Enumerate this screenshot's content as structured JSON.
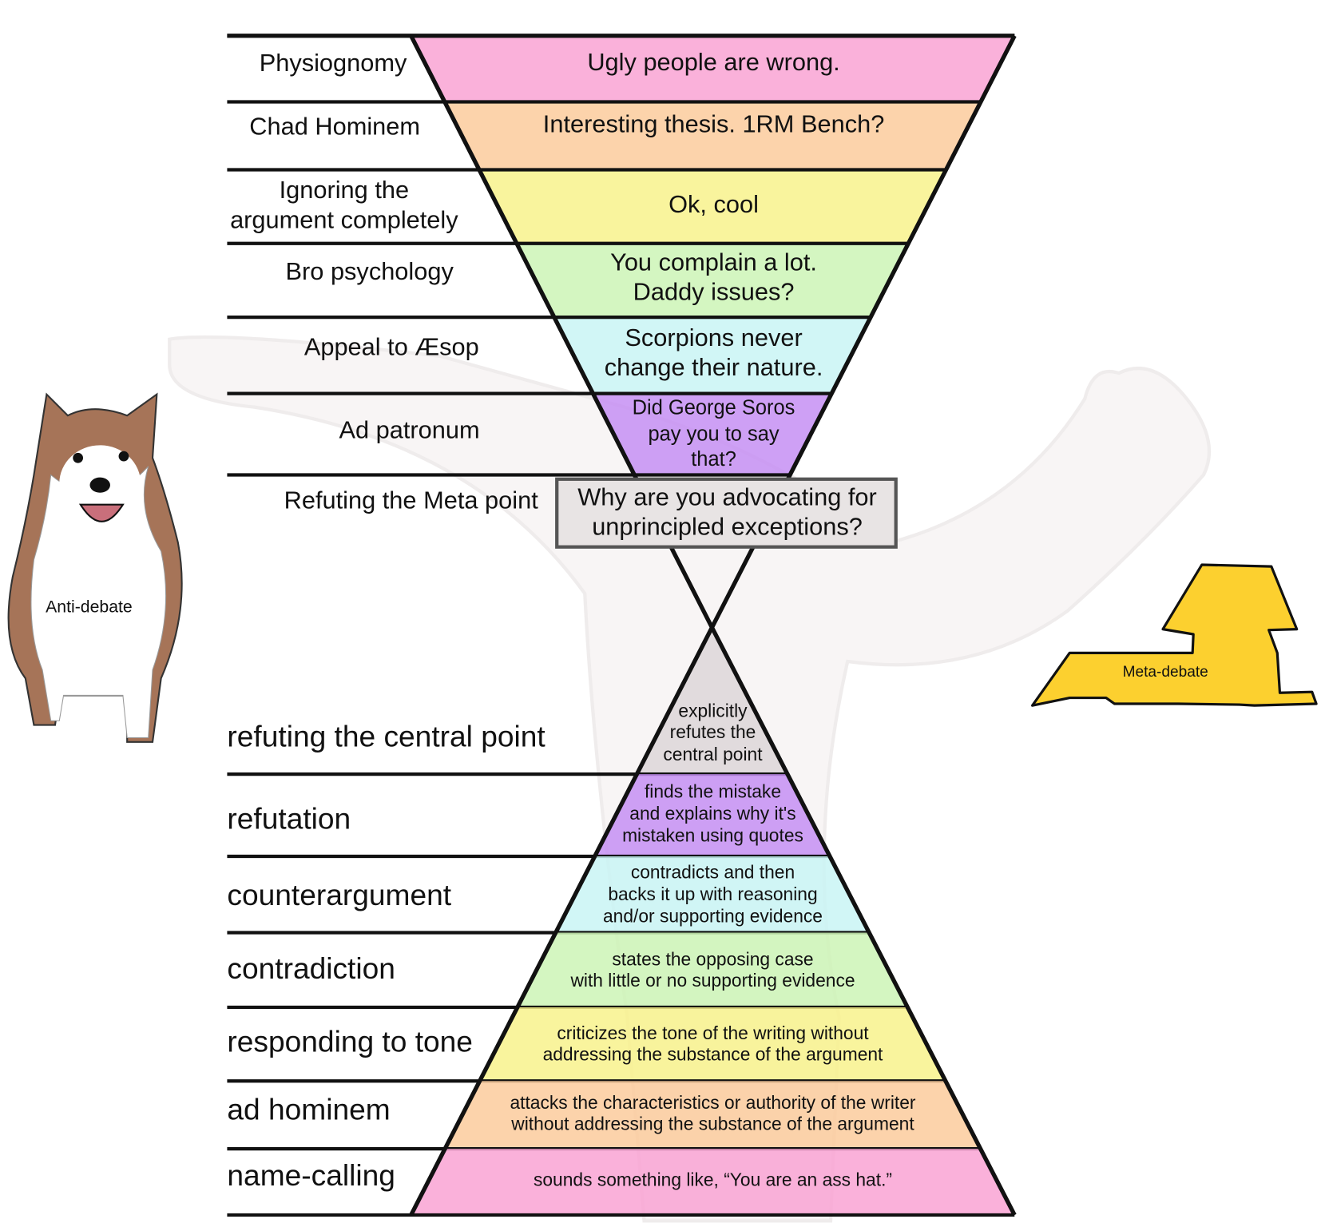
{
  "characters": {
    "left_label": "Anti-debate",
    "right_label": "Meta-debate"
  },
  "top_pyramid": {
    "rows": [
      {
        "label": [
          "Physiognomy"
        ],
        "text": [
          "Ugly people are wrong."
        ],
        "color": "#f9a3d3"
      },
      {
        "label": [
          "Chad Hominem"
        ],
        "text": [
          "Interesting thesis. 1RM Bench?"
        ],
        "color": "#fbcb9c"
      },
      {
        "label": [
          "Ignoring the",
          "argument completely"
        ],
        "text": [
          "Ok, cool"
        ],
        "color": "#f8f28c"
      },
      {
        "label": [
          "Bro psychology"
        ],
        "text": [
          "You complain a lot.",
          "Daddy issues?"
        ],
        "color": "#cdf5b6"
      },
      {
        "label": [
          "Appeal to Æsop"
        ],
        "text": [
          "Scorpions never",
          "change their nature."
        ],
        "color": "#c9f4f4"
      },
      {
        "label": [
          "Ad patronum"
        ],
        "text": [
          "Did George Soros",
          "pay you to say",
          "that?"
        ],
        "color": "#c68ff3"
      }
    ],
    "meta": {
      "label": "Refuting the Meta point",
      "text": [
        "Why are you advocating for",
        "unprincipled exceptions?"
      ]
    }
  },
  "bottom_pyramid": {
    "rows": [
      {
        "label": "refuting the central point",
        "text": [
          "explicitly",
          "refutes the",
          "central point"
        ],
        "color": "#ddd6d8"
      },
      {
        "label": "refutation",
        "text": [
          "finds the mistake",
          "and explains why it's",
          "mistaken using quotes"
        ],
        "color": "#c68ff3"
      },
      {
        "label": "counterargument",
        "text": [
          "contradicts and then",
          "backs it up with reasoning",
          "and/or supporting evidence"
        ],
        "color": "#c9f4f4"
      },
      {
        "label": "contradiction",
        "text": [
          "states the opposing case",
          "with little or no supporting evidence"
        ],
        "color": "#cdf5b6"
      },
      {
        "label": "responding to tone",
        "text": [
          "criticizes the tone of the writing without",
          "addressing the substance of the argument"
        ],
        "color": "#f8f28c"
      },
      {
        "label": "ad hominem",
        "text": [
          "attacks the characteristics or authority of the writer",
          "without addressing the substance of the argument"
        ],
        "color": "#fbcb9c"
      },
      {
        "label": "name-calling",
        "text": [
          "sounds something like, “You are an ass hat.”"
        ],
        "color": "#f9a3d3"
      }
    ]
  }
}
